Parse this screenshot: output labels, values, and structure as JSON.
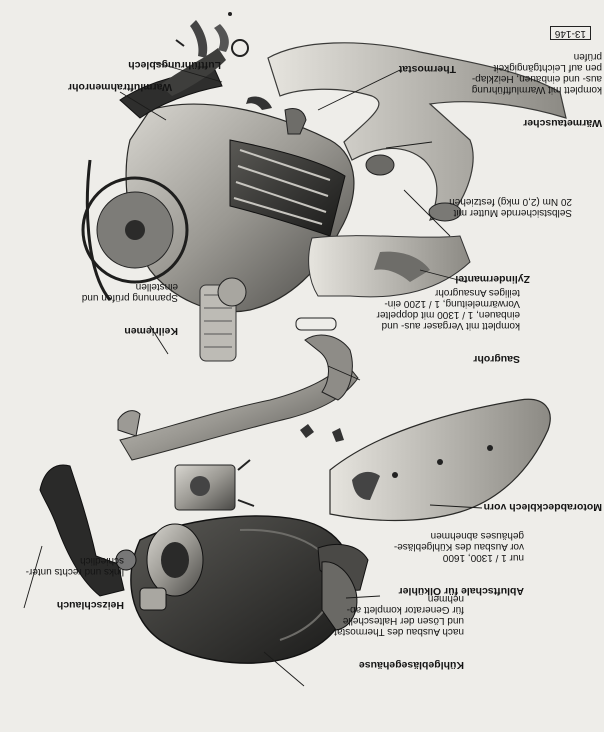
{
  "page_ref": "13-146",
  "labels": {
    "lueftungsblech": "Luftführungsblech",
    "warmluftrahmenrohr": "Warmluftrahmenrohr",
    "thermostat": "Thermostat",
    "waermetauscher_title": "Wärmetauscher",
    "waermetauscher_desc": "komplett mit Warmluftführung\naus- und einbauen, Heizklap-\npen auf Leichtgängigkeit\nprüfen",
    "mutter_desc": "Selbstsichernde Mutter mit\n20 Nm (2,0 mkg) festziehen",
    "zylindermantel": "Zylindermantel",
    "keilriemen_title": "Keilriemen",
    "keilriemen_desc": "Spannung prüfen und\neinstellen",
    "saugrohr_title": "Saugrohr",
    "saugrohr_desc": "komplett mit Vergaser aus- und\neinbauen, 1 / 1300 mit doppelter\nVorwärmeleitung, 1 / 1200 ein-\nteiliges Ansaugrohr",
    "motorabdeckblech": "Motorabdeckblech vorn",
    "heizschlauch_title": "Heizschlauch",
    "heizschlauch_desc": "links und rechts unter-\nschiedlich",
    "abluftschale_title": "Abluftschale für Ölkühler",
    "abluftschale_desc": "nur 1 / 1300, 1600\nvor Ausbau des Kühlgebläse-\ngehäuses abnehmen",
    "kuehlgeblaese_title": "Kühlgebläsegehäuse",
    "kuehlgeblaese_desc": "nach Ausbau des Thermostat\nund Lösen der Halteschelle\nfür Generator komplett ab-\nnehmen"
  }
}
